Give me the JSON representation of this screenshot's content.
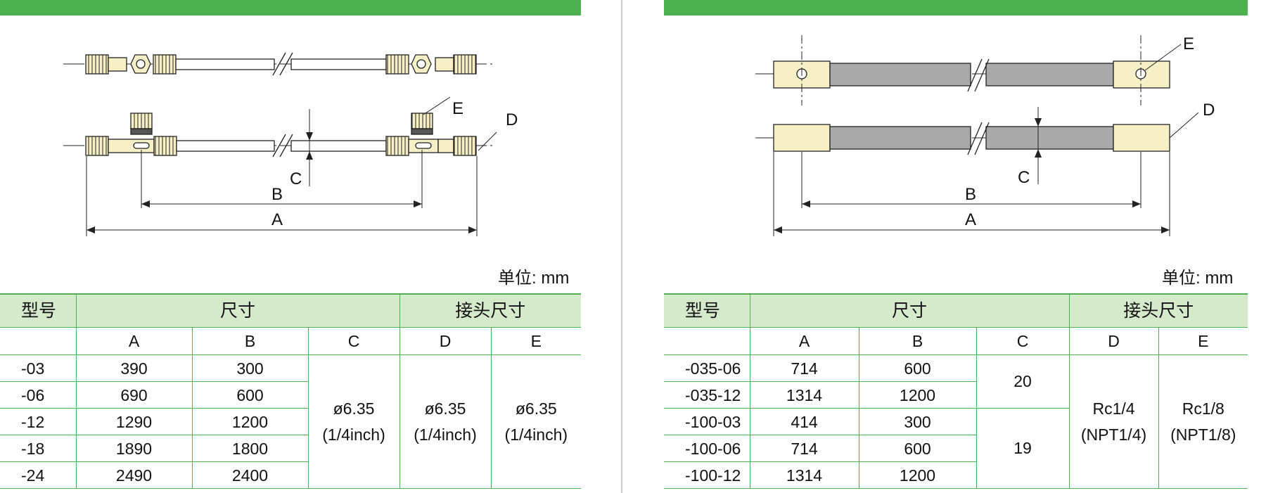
{
  "colors": {
    "accent": "#4db152",
    "header_fill": "#d5e9cb",
    "fitting": "#f7f0c6",
    "tube_gray": "#a9a9a9"
  },
  "left": {
    "unit": "单位: mm",
    "diagram_labels": {
      "a": "A",
      "b": "B",
      "c": "C",
      "d": "D",
      "e": "E"
    },
    "table": {
      "headers": {
        "model": "型号",
        "size": "尺寸",
        "fitting_size": "接头尺寸"
      },
      "subheaders": [
        "A",
        "B",
        "C",
        "D",
        "E"
      ],
      "rows": [
        {
          "model": "-03",
          "a": "390",
          "b": "300"
        },
        {
          "model": "-06",
          "a": "690",
          "b": "600"
        },
        {
          "model": "-12",
          "a": "1290",
          "b": "1200"
        },
        {
          "model": "-18",
          "a": "1890",
          "b": "1800"
        },
        {
          "model": "-24",
          "a": "2490",
          "b": "2400"
        }
      ],
      "c_value": "ø6.35",
      "c_unit": "(1/4inch)",
      "d_value": "ø6.35",
      "d_unit": "(1/4inch)",
      "e_value": "ø6.35",
      "e_unit": "(1/4inch)"
    }
  },
  "right": {
    "unit": "单位: mm",
    "diagram_labels": {
      "a": "A",
      "b": "B",
      "c": "C",
      "d": "D",
      "e": "E"
    },
    "table": {
      "headers": {
        "model": "型号",
        "size": "尺寸",
        "fitting_size": "接头尺寸"
      },
      "subheaders": [
        "A",
        "B",
        "C",
        "D",
        "E"
      ],
      "rows": [
        {
          "model": "-035-06",
          "a": "714",
          "b": "600"
        },
        {
          "model": "-035-12",
          "a": "1314",
          "b": "1200"
        },
        {
          "model": "-100-03",
          "a": "414",
          "b": "300"
        },
        {
          "model": "-100-06",
          "a": "714",
          "b": "600"
        },
        {
          "model": "-100-12",
          "a": "1314",
          "b": "1200"
        }
      ],
      "c_group1": "20",
      "c_group2": "19",
      "d_value": "Rc1/4",
      "d_unit": "(NPT1/4)",
      "e_value": "Rc1/8",
      "e_unit": "(NPT1/8)"
    }
  }
}
